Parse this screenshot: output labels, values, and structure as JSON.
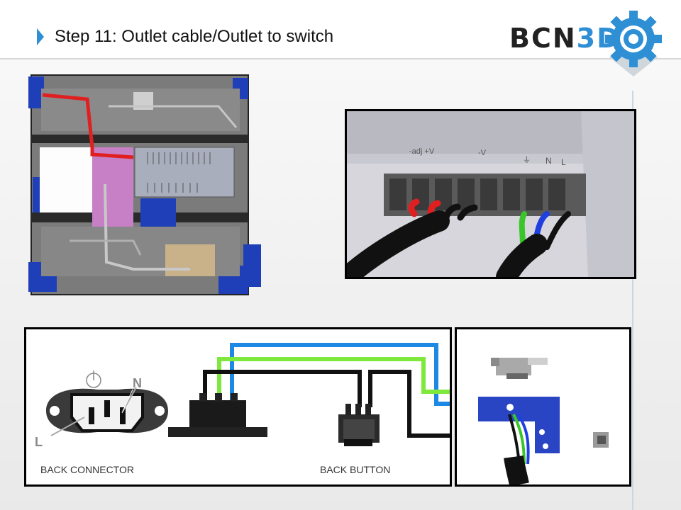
{
  "slide": {
    "title": "Step 11: Outlet cable/Outlet to switch",
    "logo_text_a": "BCN",
    "logo_text_b": "3D",
    "logo_icon": "gear-icon"
  },
  "schematic": {
    "connector_label": "BACK CONNECTOR",
    "button_label": "BACK BUTTON",
    "neutral_marker": "N",
    "line_marker": "L"
  },
  "power_supply": {
    "terminal_labels": [
      "-adj +V",
      "-V",
      "⏚",
      "N",
      "L"
    ]
  },
  "colors": {
    "accent": "#2f8fd4",
    "wire_blue": "#1e88e5",
    "wire_green": "#7ee83c",
    "wire_red": "#e02020",
    "frame_blue": "#1f3fb8"
  }
}
